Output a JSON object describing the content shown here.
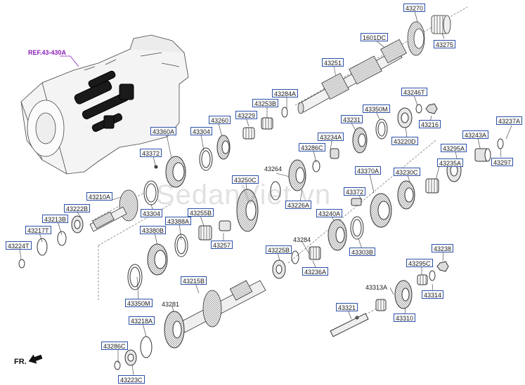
{
  "reference_label": "REF.43-430A",
  "direction_label": "FR.",
  "watermark": "SedanViet.vn",
  "part_labels": {
    "p43270": "43270",
    "p43275": "43275",
    "p1601DC": "1601DC",
    "p43251": "43251",
    "p43284A": "43284A",
    "p43253B": "43253B",
    "p43246T": "43246T",
    "p43350M_top": "43350M",
    "p43231": "43231",
    "p43216": "43216",
    "p43220D": "43220D",
    "p43260": "43260",
    "p43229": "43229",
    "p43304_top": "43304",
    "p43360A": "43360A",
    "p43372_top": "43372",
    "p43237A": "43237A",
    "p43243A": "43243A",
    "p43234A": "43234A",
    "p43286C_mid": "43286C",
    "p43295A": "43295A",
    "p43297": "43297",
    "p43264": "43264",
    "p43370A": "43370A",
    "p43235A": "43235A",
    "p43230C": "43230C",
    "p43250C": "43250C",
    "p43372_mid": "43372",
    "p43226A": "43226A",
    "p43210A": "43210A",
    "p43222B": "43222B",
    "p43304_mid": "43304",
    "p43255B": "43255B",
    "p43240A": "43240A",
    "p43213B": "43213B",
    "p43388A": "43388A",
    "p43217T": "43217T",
    "p43380B": "43380B",
    "p43257": "43257",
    "p43284_mid": "43284",
    "p43303B": "43303B",
    "p43224T": "43224T",
    "p43225B": "43225B",
    "p43236A": "43236A",
    "p43238": "43238",
    "p43295C": "43295C",
    "p43313A": "43313A",
    "p43314": "43314",
    "p43350M_bot": "43350M",
    "p43215B": "43215B",
    "p43281": "43281",
    "p43321": "43321",
    "p43310": "43310",
    "p43218A": "43218A",
    "p43286C_bot": "43286C",
    "p43223C": "43223C"
  },
  "colors": {
    "label_border": "#2b4fa6",
    "reference_text": "#8a1fb8",
    "part_stroke": "#3a3a3a",
    "part_fill": "#e6e6e6"
  }
}
